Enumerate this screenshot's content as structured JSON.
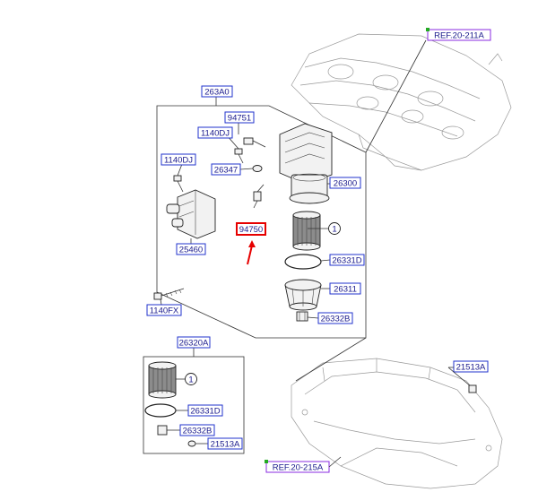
{
  "labels": {
    "l_263A0": "263A0",
    "l_94751": "94751",
    "l_1140DJ_a": "1140DJ",
    "l_1140DJ_b": "1140DJ",
    "l_26347": "26347",
    "l_26300": "26300",
    "l_94750": "94750",
    "l_25460": "25460",
    "l_26331D_a": "26331D",
    "l_26311": "26311",
    "l_1140FX": "1140FX",
    "l_26332B_a": "26332B",
    "l_REF211": "REF.20-211A",
    "l_26320A": "26320A",
    "l_26331D_b": "26331D",
    "l_26332B_b": "26332B",
    "l_21513A_a": "21513A",
    "l_21513A_b": "21513A",
    "l_REF215": "REF.20-215A"
  },
  "callouts": {
    "c1": "1",
    "c2": "1"
  },
  "colors": {
    "label_box": "#2233cc",
    "label_text": "#1a1a8c",
    "highlight": "#e60000",
    "ref_box": "#8a2be2"
  }
}
